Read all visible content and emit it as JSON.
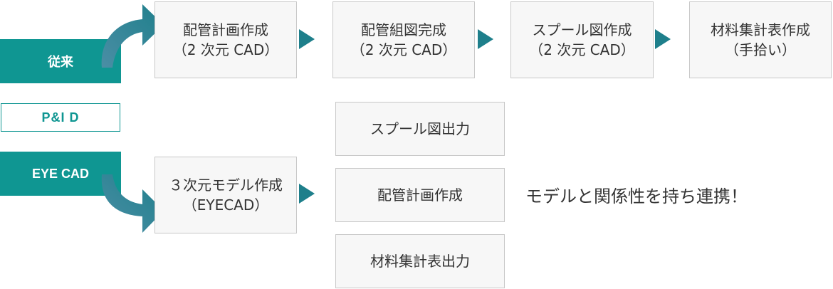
{
  "rows": {
    "conventional_label": "従来",
    "pid_label": "P&I D",
    "eyecad_label": "EYE CAD"
  },
  "conventional_flow": [
    {
      "title": "配管計画作成",
      "sub": "（2 次元 CAD）"
    },
    {
      "title": "配管組図完成",
      "sub": "（2 次元 CAD）"
    },
    {
      "title": "スプール図作成",
      "sub": "（2 次元 CAD）"
    },
    {
      "title": "材料集計表作成",
      "sub": "（手拾い）"
    }
  ],
  "eyecad_flow": {
    "model_box": {
      "title": "３次元モデル作成",
      "sub": "（EYECAD）"
    },
    "outputs": [
      "スプール図出力",
      "配管計画作成",
      "材料集計表出力"
    ]
  },
  "tagline": "モデルと関係性を持ち連携！",
  "colors": {
    "teal": "#0f9692",
    "arrow": "#1e7f8b",
    "box_bg": "#f7f7f7",
    "box_border": "#c8c8c8"
  }
}
